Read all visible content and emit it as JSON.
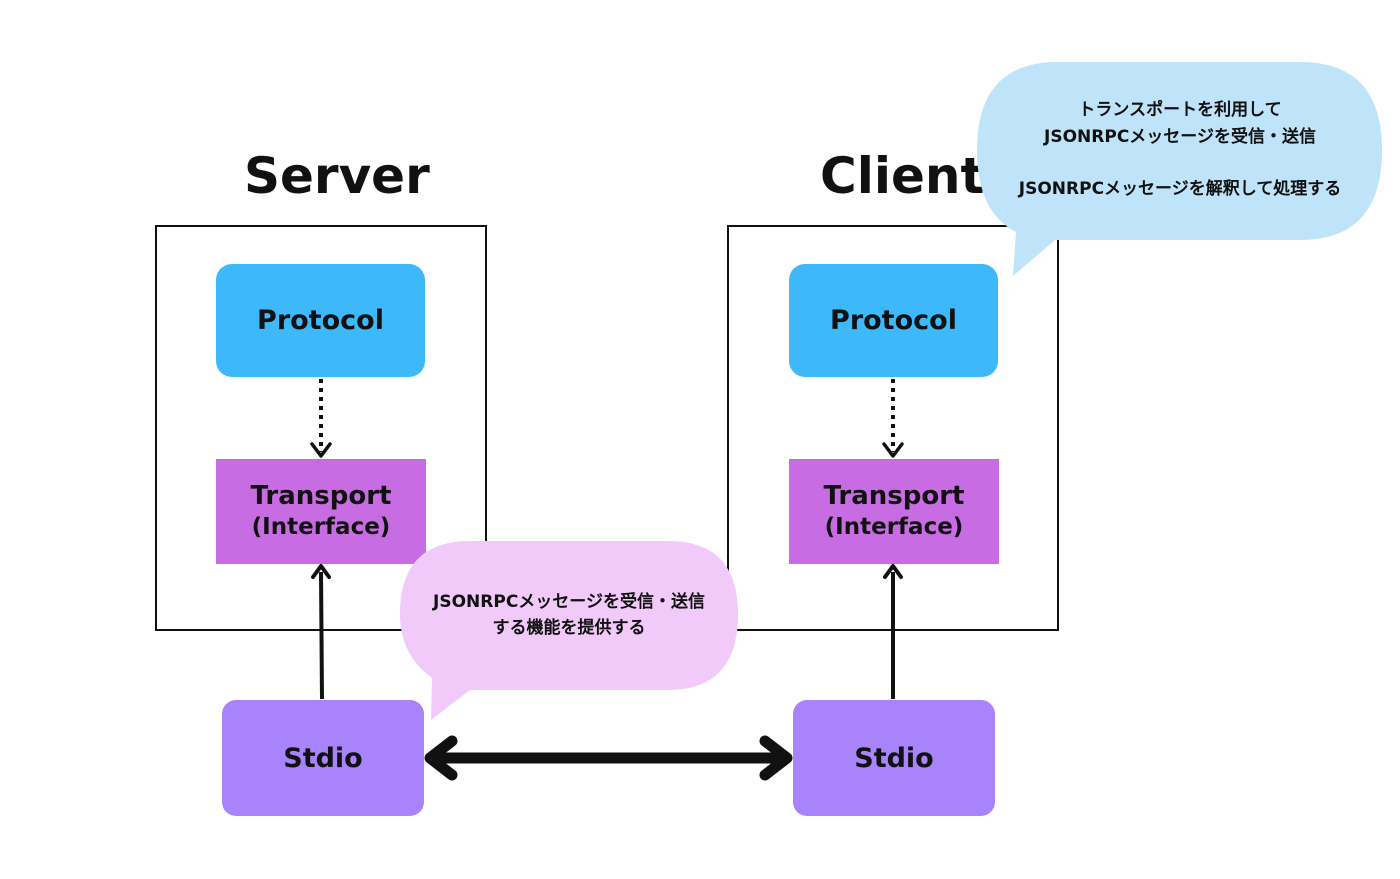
{
  "colors": {
    "protocol": "#3db8fb",
    "transport": "#c86ce3",
    "stdio": "#a883fb",
    "client_bubble": "#bfe4fa",
    "server_bubble": "#f2caf9",
    "line": "#111111"
  },
  "server": {
    "title": "Server",
    "protocol_label": "Protocol",
    "transport_label": "Transport",
    "transport_sub": "(Interface)",
    "stdio_label": "Stdio"
  },
  "client": {
    "title": "Client",
    "protocol_label": "Protocol",
    "transport_label": "Transport",
    "transport_sub": "(Interface)",
    "stdio_label": "Stdio"
  },
  "client_bubble": {
    "line1": "トランスポートを利用して",
    "line2": "JSONRPCメッセージを受信・送信",
    "line3": "JSONRPCメッセージを解釈して処理する"
  },
  "transport_bubble": {
    "line1": "JSONRPCメッセージを受信・送信",
    "line2": "する機能を提供する"
  }
}
